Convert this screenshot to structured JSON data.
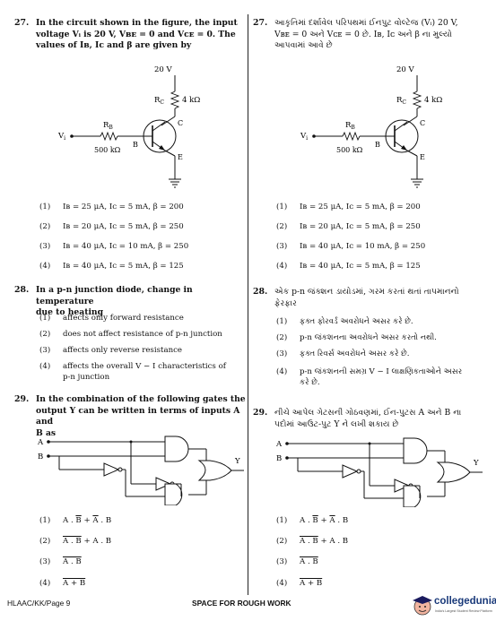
{
  "q27": {
    "num": "27.",
    "en_text": "In the circuit shown in the figure, the input voltage Vi is 20 V, VBE = 0 and VCE = 0. The values of IB, IC and β are given by",
    "en_lines": [
      "In the circuit shown in the figure, the input",
      "voltage Vᵢ is 20 V, Vʙᴇ = 0 and Vᴄᴇ = 0. The",
      "values of Iʙ, Iᴄ and β are given by"
    ],
    "gu_lines": [
      "આકૃતિમાં દર્શાવેલ પરિપથમાં ઈનપુટ વોલ્ટેજ (Vᵢ) 20 V,",
      "Vʙᴇ = 0 અને Vᴄᴇ = 0 છે. Iʙ, Iᴄ અને β ના મુલ્યો",
      "આપવામાં આવે છે"
    ],
    "circuit": {
      "supply": "20 V",
      "rc_label": "R",
      "rc_sub": "C",
      "rc_value": "4 kΩ",
      "rb_label": "R",
      "rb_sub": "B",
      "rb_value": "500 kΩ",
      "vi_label": "V",
      "vi_sub": "i",
      "c_label": "C",
      "b_label": "B",
      "e_label": "E"
    },
    "options": [
      {
        "n": "(1)",
        "t": "Iʙ = 25 μA, Iᴄ = 5 mA, β = 200"
      },
      {
        "n": "(2)",
        "t": "Iʙ = 20 μA, Iᴄ = 5 mA, β = 250"
      },
      {
        "n": "(3)",
        "t": "Iʙ = 40 μA, Iᴄ = 10 mA, β = 250"
      },
      {
        "n": "(4)",
        "t": "Iʙ = 40 μA, Iᴄ = 5 mA, β = 125"
      }
    ]
  },
  "q28": {
    "num": "28.",
    "en_lines": [
      "In a p-n junction diode, change in temperature",
      "due to heating"
    ],
    "gu_lines": [
      "એક p-n જંક્શન ડાયોડમાં, ગરમ કરતાં થતાં તાપમાનનો",
      "ફેરફાર"
    ],
    "en_options": [
      {
        "n": "(1)",
        "t": "affects only forward resistance"
      },
      {
        "n": "(2)",
        "t": "does not affect resistance of p-n junction"
      },
      {
        "n": "(3)",
        "t": "affects only reverse resistance"
      },
      {
        "n": "(4)",
        "t": "affects the overall V − I characteristics of",
        "t2": "p-n junction"
      }
    ],
    "gu_options": [
      {
        "n": "(1)",
        "t": "ફક્ત ફોરવર્ડ અવરોધને અસર કરે છે."
      },
      {
        "n": "(2)",
        "t": "p-n જંકશનના અવરોધને અસર કરતો નથી."
      },
      {
        "n": "(3)",
        "t": "ફક્ત રિવર્સ અવરોધને અસર કરે છે."
      },
      {
        "n": "(4)",
        "t": "p-n જંકશનની સમગ્ર V − I લાક્ષણિકતાઓને અસર",
        "t2": "કરે છે."
      }
    ]
  },
  "q29": {
    "num": "29.",
    "en_lines": [
      "In the combination of the following gates the",
      "output Y can be written in terms of inputs A and",
      "B as"
    ],
    "gu_lines": [
      "નીચે આપેલ ગેટસની ગોઠવણમાં, ઈન-પુટસ A અને B ના",
      "પદોમાં આઉટ-પુટ Y ને લખી શકાય છે"
    ],
    "labels": {
      "a": "A",
      "b": "B",
      "y": "Y"
    },
    "options": [
      {
        "n": "(1)",
        "pre": "A . ",
        "o1": "B",
        "mid": " + ",
        "o2": "A",
        "post": " . B"
      },
      {
        "n": "(2)",
        "o": "A . B",
        "post": " + A . B"
      },
      {
        "n": "(3)",
        "o": "A . B"
      },
      {
        "n": "(4)",
        "o": "A + B"
      }
    ]
  },
  "footer": {
    "left": "HLAAC/KK/Page 9",
    "center": "SPACE FOR ROUGH WORK",
    "brand": "collegedunia",
    "tagline": "India's Largest Student Review Platform"
  }
}
